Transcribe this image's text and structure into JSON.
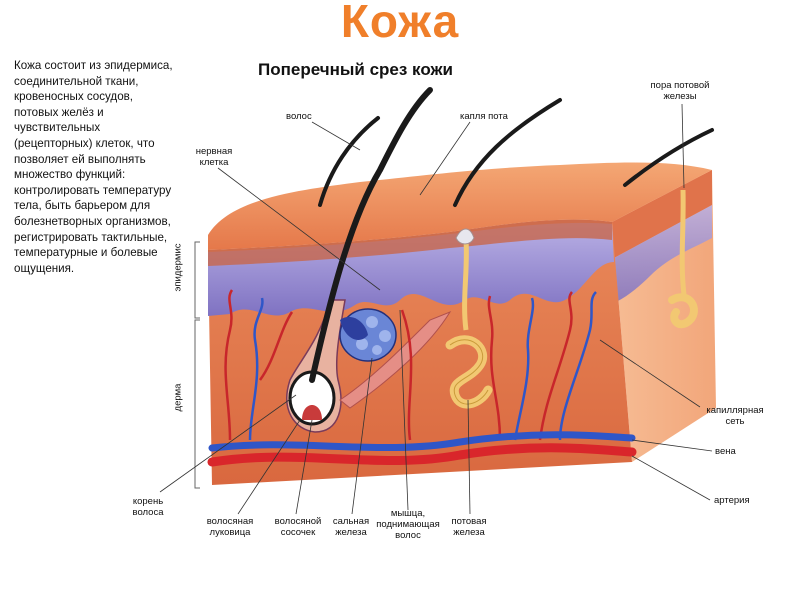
{
  "title": "Кожа",
  "subtitle": "Поперечный срез кожи",
  "description": "Кожа состоит из эпидермиса, соединительной ткани, кровеносных сосудов, потовых желёз и чувствительных (рецепторных) клеток, что позволяет ей выполнять множество функций: контролировать температуру тела, быть барьером для болезнетворных организмов, регистрировать тактильные, температурные и болевые ощущения.",
  "layers": {
    "epidermis": "эпидермис",
    "dermis": "дерма"
  },
  "labels": {
    "hair": "волос",
    "sweat_drop": "капля пота",
    "sweat_pore": "пора потовой железы",
    "nerve_cell": "нервная клетка",
    "capillary_net": "капиллярная сеть",
    "vein": "вена",
    "artery": "артерия",
    "hair_root": "корень волоса",
    "hair_bulb": "волосяная луковица",
    "hair_papilla": "волосяной сосочек",
    "sebaceous_gland": "сальная железа",
    "arrector_muscle": "мышца, поднимающая волос",
    "sweat_gland": "потовая железа"
  },
  "colors": {
    "title": "#f07f2a",
    "surface": "#e98a55",
    "dermis": "#e06e45",
    "epidermis_purple": "#9a8fd0",
    "hair": "#1a1a1a",
    "vein": "#2f56c8",
    "artery": "#d9262b",
    "gland": "#f2c872"
  }
}
